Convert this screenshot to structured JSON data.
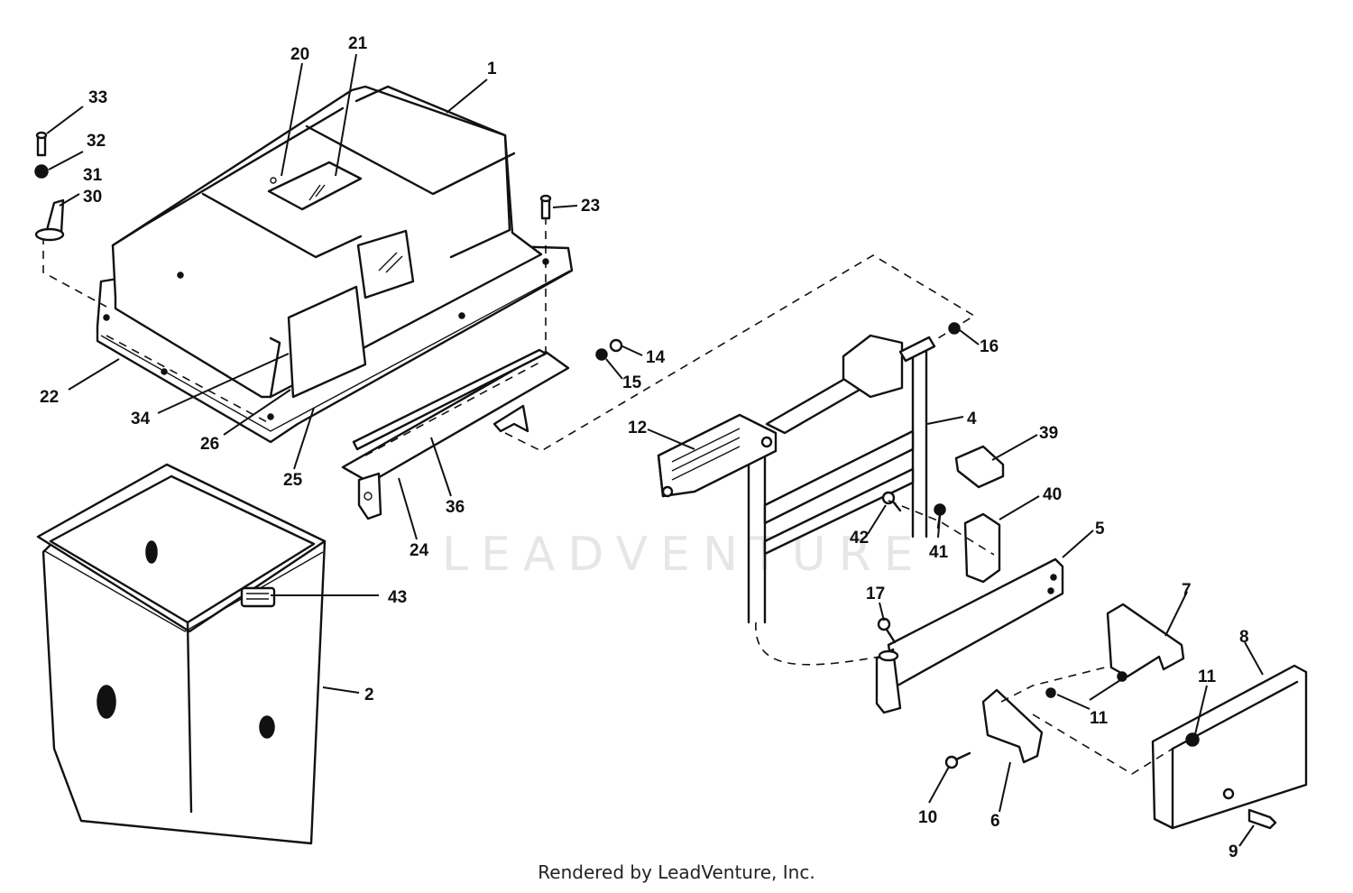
{
  "watermark": "LEADVENTURE",
  "footer": "Rendered by LeadVenture, Inc.",
  "callouts": [
    {
      "id": "c1",
      "text": "1"
    },
    {
      "id": "c20",
      "text": "20"
    },
    {
      "id": "c21",
      "text": "21"
    },
    {
      "id": "c33",
      "text": "33"
    },
    {
      "id": "c32",
      "text": "32"
    },
    {
      "id": "c31",
      "text": "31"
    },
    {
      "id": "c30",
      "text": "30"
    },
    {
      "id": "c23",
      "text": "23"
    },
    {
      "id": "c22",
      "text": "22"
    },
    {
      "id": "c34",
      "text": "34"
    },
    {
      "id": "c26",
      "text": "26"
    },
    {
      "id": "c25",
      "text": "25"
    },
    {
      "id": "c14",
      "text": "14"
    },
    {
      "id": "c15",
      "text": "15"
    },
    {
      "id": "c16",
      "text": "16"
    },
    {
      "id": "c4",
      "text": "4"
    },
    {
      "id": "c12",
      "text": "12"
    },
    {
      "id": "c36",
      "text": "36"
    },
    {
      "id": "c24",
      "text": "24"
    },
    {
      "id": "c39",
      "text": "39"
    },
    {
      "id": "c40",
      "text": "40"
    },
    {
      "id": "c42",
      "text": "42"
    },
    {
      "id": "c41",
      "text": "41"
    },
    {
      "id": "c5",
      "text": "5"
    },
    {
      "id": "c43",
      "text": "43"
    },
    {
      "id": "c2",
      "text": "2"
    },
    {
      "id": "c17",
      "text": "17"
    },
    {
      "id": "c7",
      "text": "7"
    },
    {
      "id": "c8",
      "text": "8"
    },
    {
      "id": "c11a",
      "text": "11"
    },
    {
      "id": "c11b",
      "text": "11"
    },
    {
      "id": "c10",
      "text": "10"
    },
    {
      "id": "c6",
      "text": "6"
    },
    {
      "id": "c9",
      "text": "9"
    }
  ]
}
